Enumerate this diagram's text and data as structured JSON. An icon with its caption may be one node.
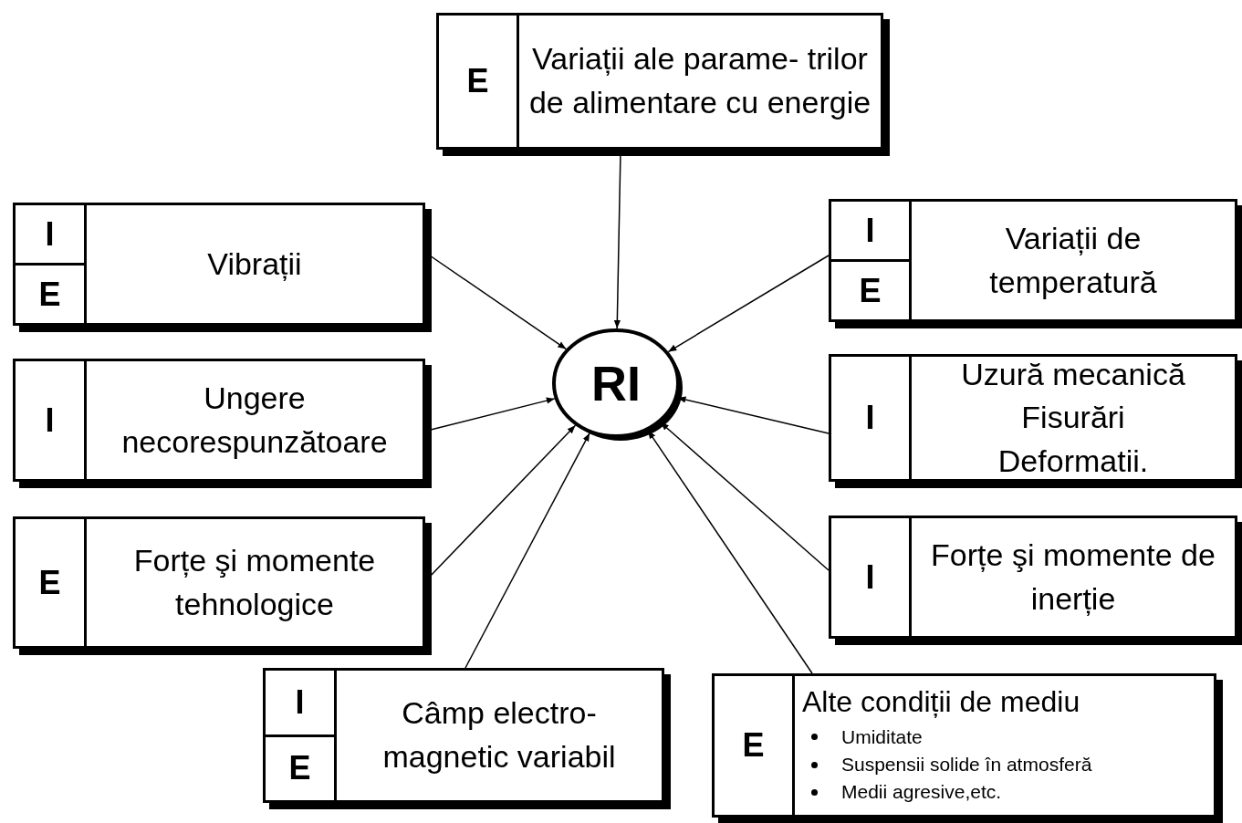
{
  "diagram": {
    "nodes": [
      {
        "text": [
          "E",
          "Variații ale parame- trilor de alimentare cu energie"
        ]
      },
      {
        "text": [
          "I",
          "E",
          "Vibrații"
        ]
      },
      {
        "text": [
          "I",
          "E",
          "Variații de temperatură"
        ]
      },
      {
        "text": [
          "RI"
        ]
      },
      {
        "text": [
          "I",
          "Ungere necorespunzătoare"
        ]
      },
      {
        "text": [
          "I",
          "Uzură mecanică",
          "Fisurări",
          "Deformatii."
        ]
      },
      {
        "text": [
          "E",
          "Forțe şi momente tehnologice"
        ]
      },
      {
        "text": [
          "I",
          "Forțe şi momente de inerție"
        ]
      },
      {
        "text": [
          "I",
          "E",
          "Câmp electro- magnetic variabil"
        ]
      },
      {
        "text": [
          "E",
          "Alte condiții de mediu",
          "Umiditate",
          "Suspensii solide în atmosferă",
          "Medii agresive,etc."
        ]
      }
    ],
    "edges": [
      {
        "from": 0,
        "to": 3,
        "arrow": "to"
      },
      {
        "from": 1,
        "to": 3,
        "arrow": "to"
      },
      {
        "from": 2,
        "to": 3,
        "arrow": "to"
      },
      {
        "from": 4,
        "to": 3,
        "arrow": "to"
      },
      {
        "from": 5,
        "to": 3,
        "arrow": "to"
      },
      {
        "from": 6,
        "to": 3,
        "arrow": "to"
      },
      {
        "from": 7,
        "to": 3,
        "arrow": "to"
      },
      {
        "from": 8,
        "to": 3,
        "arrow": "to"
      },
      {
        "from": 9,
        "to": 3,
        "arrow": "to"
      }
    ]
  }
}
